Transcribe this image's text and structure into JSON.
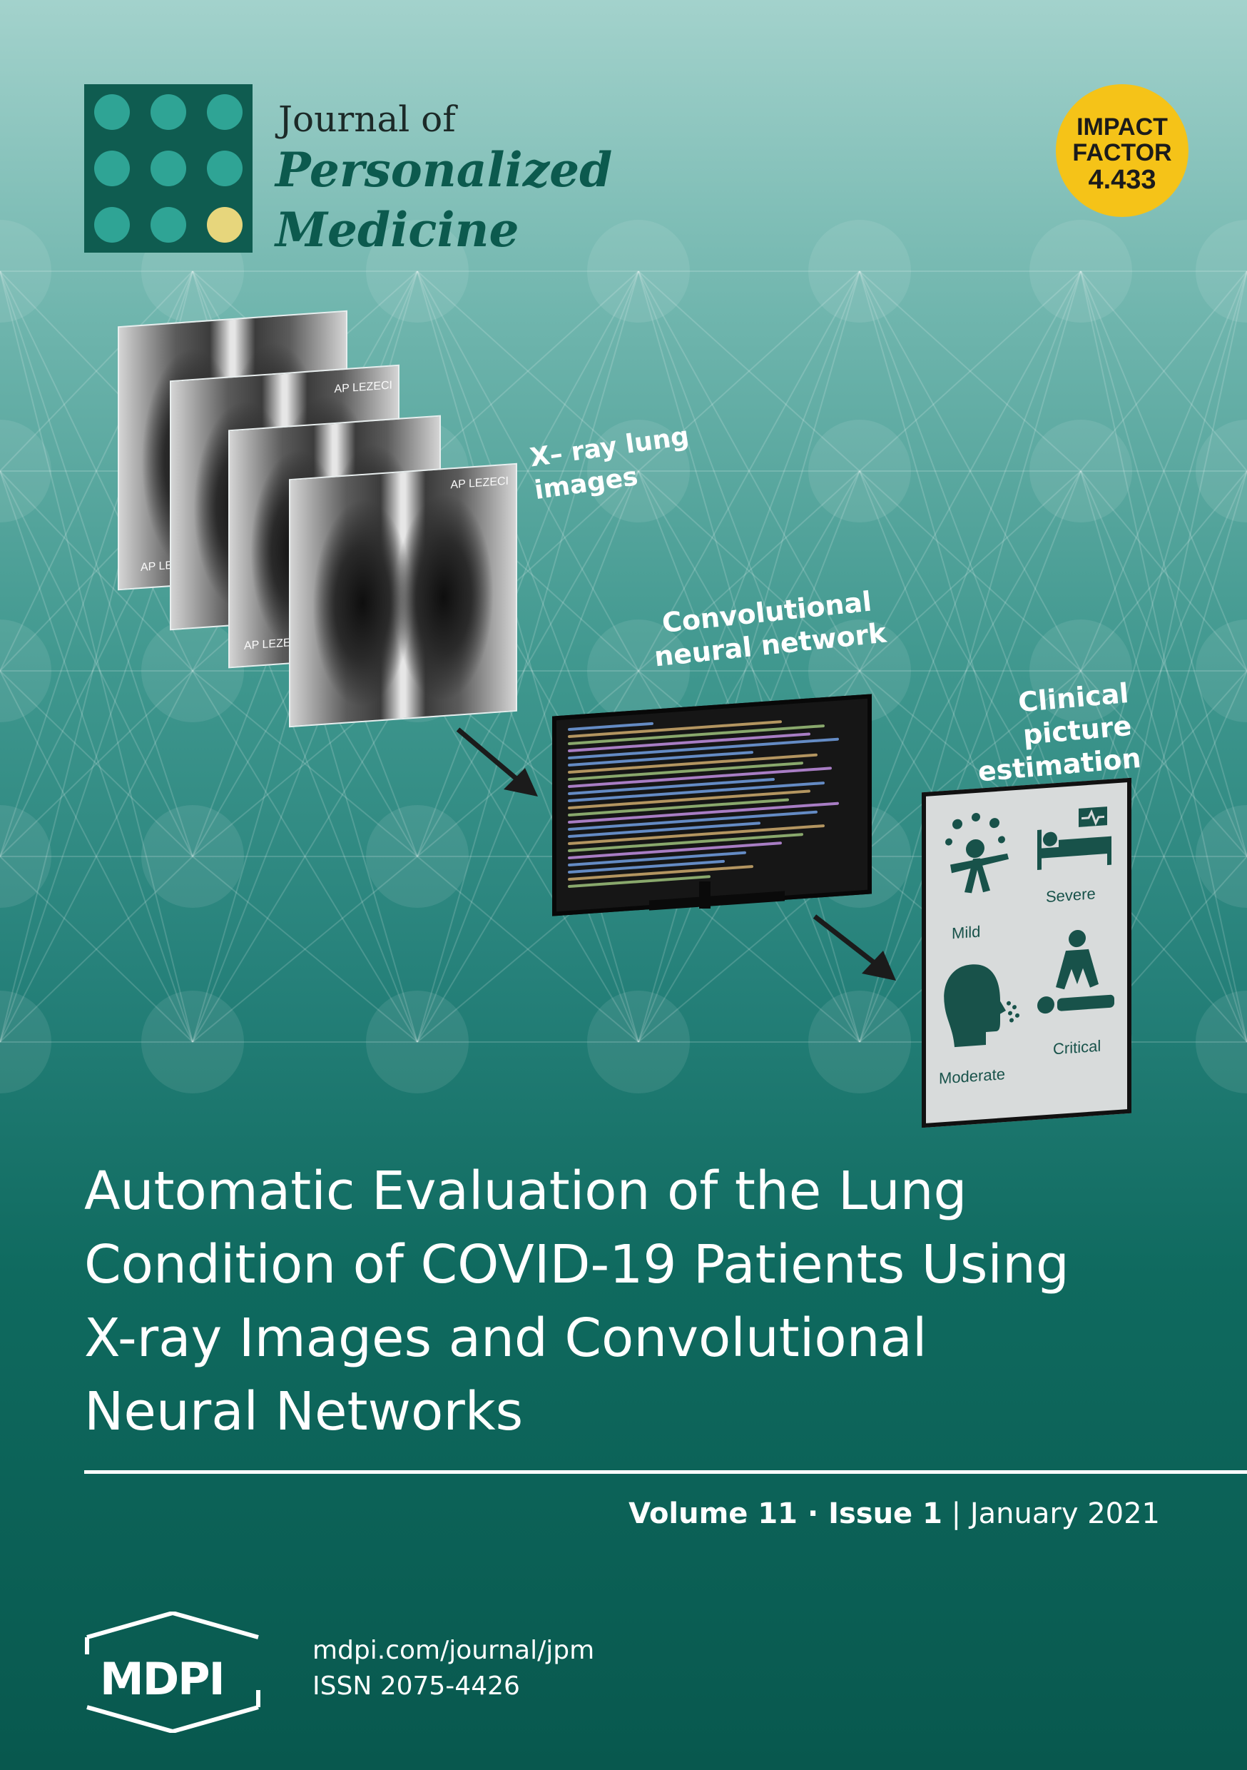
{
  "journal": {
    "name_prefix": "Journal of",
    "name_line1": "Personalized",
    "name_line2": "Medicine"
  },
  "impact": {
    "line1": "IMPACT",
    "line2": "FACTOR",
    "value": "4.433"
  },
  "figure": {
    "xray_label_line1": "X– ray lung",
    "xray_label_line2": "images",
    "xray_tag": "AP LEZECI",
    "cnn_label_line1": "Convolutional",
    "cnn_label_line2": "neural network",
    "clinical_label_line1": "Clinical",
    "clinical_label_line2": "picture",
    "clinical_label_line3": "estimation",
    "panel": {
      "mild": "Mild",
      "severe": "Severe",
      "moderate": "Moderate",
      "critical": "Critical"
    }
  },
  "article": {
    "title_line1": "Automatic Evaluation of the Lung",
    "title_line2": "Condition of COVID-19 Patients Using",
    "title_line3": "X-ray Images and Convolutional",
    "title_line4": "Neural Networks"
  },
  "issue": {
    "volume": "Volume 11",
    "separator": " · ",
    "issue": "Issue 1",
    "divider": " | ",
    "date": "January 2021"
  },
  "publisher": {
    "logo_text": "MDPI",
    "url": "mdpi.com/journal/jpm",
    "issn": "ISSN 2075-4426"
  },
  "colors": {
    "background_top": "#a3d2cc",
    "background_bottom": "#08584e",
    "logo_green": "#0f5c50",
    "dot_teal": "#2fa495",
    "dot_yellow": "#e7d67c",
    "impact_yellow": "#f5c318"
  },
  "icons": [
    "virus-icon",
    "bed-icon",
    "cough-icon",
    "cpr-icon",
    "arrow-icon",
    "mdpi-hexagon-icon"
  ]
}
